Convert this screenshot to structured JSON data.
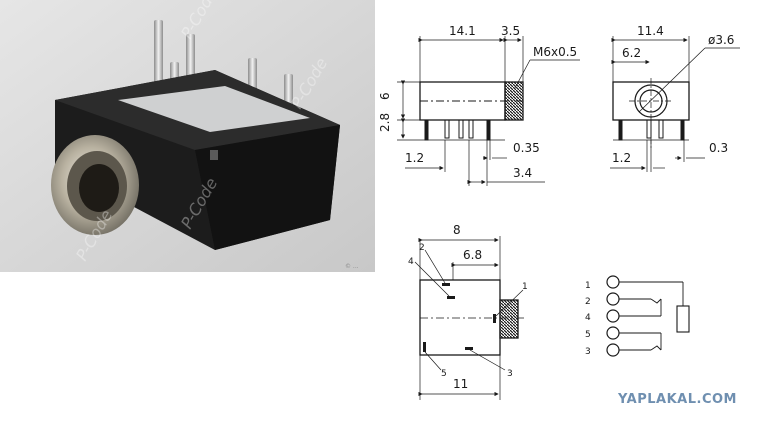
{
  "photo": {
    "watermarks": [
      "P-Code",
      "P-Code",
      "P-Code",
      "P-Code"
    ],
    "corner_mark": "© ..."
  },
  "front_view": {
    "dim_width": "14.1",
    "dim_nut": "3.5",
    "thread": "M6x0.5",
    "dim_height": "6",
    "dim_base": "2.8",
    "dim_pin_left": "1.2",
    "dim_pin_thick": "0.35",
    "dim_pin_right": "3.4"
  },
  "side_view": {
    "dim_width": "11.4",
    "dim_center": "6.2",
    "dim_hole": "ø3.6",
    "dim_pin_left": "1.2",
    "dim_pin_thick": "0.3"
  },
  "top_view": {
    "dim_total": "8",
    "dim_inner": "6.8",
    "dim_bottom": "11",
    "pin_labels": [
      "1",
      "2",
      "3",
      "4",
      "5"
    ]
  },
  "schematic": {
    "pin_labels": [
      "1",
      "2",
      "4",
      "5",
      "3"
    ]
  },
  "watermark": "YAPLAKAL.COM"
}
